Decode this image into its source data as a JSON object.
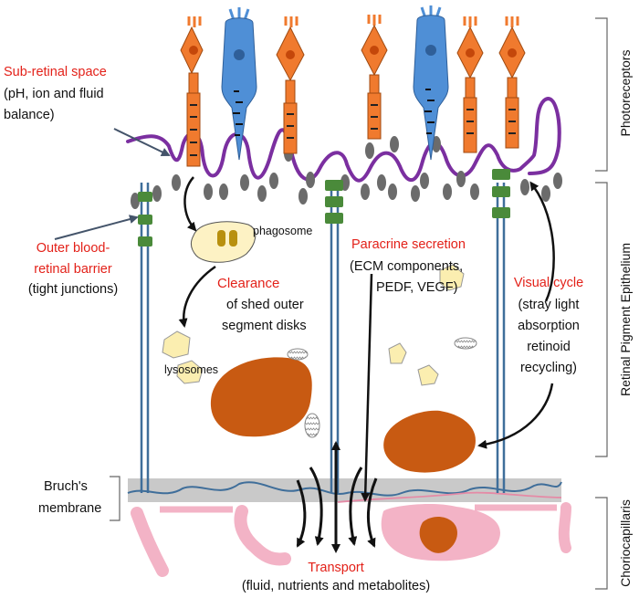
{
  "labels": {
    "subretinal_title": "Sub-retinal space",
    "subretinal_desc_1": "(pH, ion and fluid",
    "subretinal_desc_2": "balance)",
    "obrb_title_1": "Outer blood-",
    "obrb_title_2": "retinal barrier",
    "obrb_desc": "(tight junctions)",
    "phagosome": "phagosome",
    "clearance_title": "Clearance",
    "clearance_desc_1": "of shed outer",
    "clearance_desc_2": "segment disks",
    "lysosomes": "lysosomes",
    "paracrine_title": "Paracrine secretion",
    "paracrine_desc_1": "(ECM components,",
    "paracrine_desc_2": "PEDF, VEGF)",
    "visual_cycle_title": "Visual cycle",
    "visual_cycle_desc_1": "(stray light",
    "visual_cycle_desc_2": "absorption",
    "visual_cycle_desc_3": "retinoid",
    "visual_cycle_desc_4": "recycling)",
    "bruchs_1": "Bruch's",
    "bruchs_2": "membrane",
    "transport_title": "Transport",
    "transport_desc": "(fluid, nutrients and metabolites)"
  },
  "side_labels": {
    "photoreceptors": "Photoreceptors",
    "rpe": "Retinal Pigment Epithelium",
    "choriocapillaris": "Choriocapillaris"
  },
  "colors": {
    "label_red": "#e32119",
    "rod_cone_orange": "#f07a2e",
    "cone_blue": "#4f8fd6",
    "microvilli_purple": "#7b2fa0",
    "tight_junction_green": "#4a8a3a",
    "cell_border_blue": "#3f6e9a",
    "melanosome_brown": "#c85a12",
    "lysosome_yellow": "#fbeeb0",
    "bruchs_gray": "#c9c9c9",
    "capillary_pink": "#f3b3c6"
  }
}
